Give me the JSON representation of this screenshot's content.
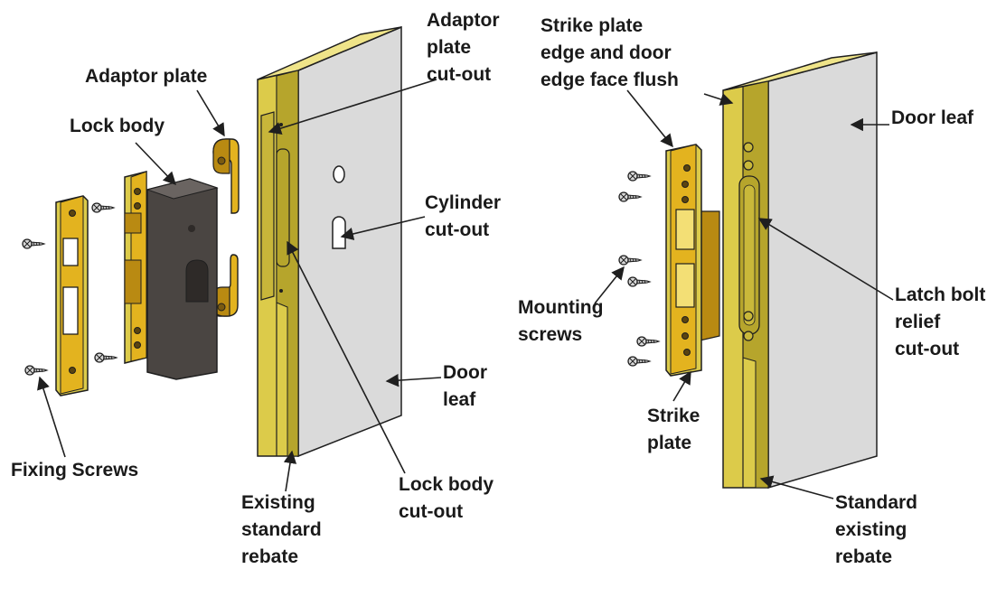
{
  "colors": {
    "brass": "#dccb4a",
    "brass_dark": "#b6a52c",
    "brass_light": "#efe489",
    "plate_gold": "#e3b31f",
    "plate_gold_dark": "#b98a12",
    "door_face": "#dadada",
    "lock_body": "#4a4542",
    "outline": "#1f1f1f",
    "text": "#1a1a1a"
  },
  "labels": {
    "adaptor_plate": [
      "Adaptor plate"
    ],
    "lock_body": [
      "Lock body"
    ],
    "adaptor_plate_cutout": [
      "Adaptor",
      "plate",
      "cut-out"
    ],
    "cylinder_cutout": [
      "Cylinder",
      "cut-out"
    ],
    "door_leaf_left": [
      "Door",
      "leaf"
    ],
    "fixing_screws": [
      "Fixing Screws"
    ],
    "existing_standard_rebate": [
      "Existing",
      "standard",
      "rebate"
    ],
    "lock_body_cutout": [
      "Lock body",
      "cut-out"
    ],
    "strike_plate_flush": [
      "Strike plate",
      "edge and door",
      "edge face flush"
    ],
    "door_leaf_right": [
      "Door leaf"
    ],
    "mounting_screws": [
      "Mounting",
      "screws"
    ],
    "latch_bolt_relief": [
      "Latch bolt",
      "relief",
      "cut-out"
    ],
    "strike_plate": [
      "Strike",
      "plate"
    ],
    "standard_existing_rebate": [
      "Standard",
      "existing",
      "rebate"
    ]
  },
  "icons": {
    "screw": "screw-icon",
    "arrow": "arrow-icon"
  }
}
